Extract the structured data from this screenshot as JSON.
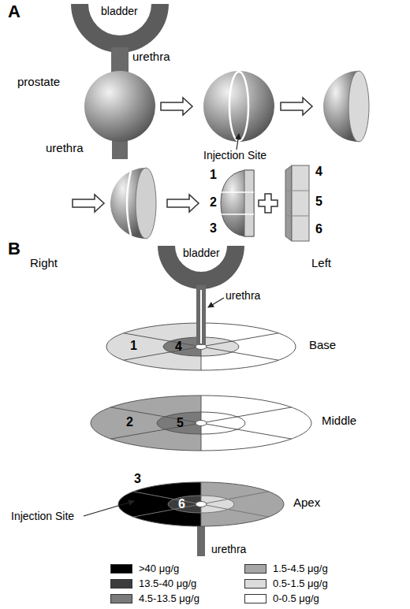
{
  "diagram": {
    "labels": [
      "A",
      "bladder",
      "urethra",
      "prostate",
      "urethra",
      "Injection Site",
      "1",
      "2",
      "3",
      "4",
      "5",
      "6",
      "B",
      "Right",
      "bladder",
      "Left",
      "urethra",
      "1",
      "4",
      "Base",
      "2",
      "5",
      "Middle",
      "3",
      "6",
      "Apex",
      "Injection Site",
      "urethra"
    ],
    "legend": [
      {
        "text": ">40 μg/g",
        "color": "#000000"
      },
      {
        "text": "13.5-40 μg/g",
        "color": "#3c3c3c"
      },
      {
        "text": "4.5-13.5 μg/g",
        "color": "#7a7a7a"
      },
      {
        "text": "1.5-4.5 μg/g",
        "color": "#a6a6a6"
      },
      {
        "text": "0.5-1.5 μg/g",
        "color": "#dcdcdc"
      },
      {
        "text": "0-0.5 μg/g",
        "color": "#ffffff"
      }
    ]
  }
}
